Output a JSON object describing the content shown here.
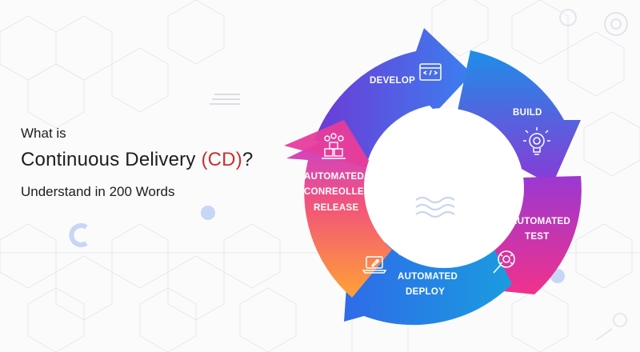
{
  "headline": {
    "line1": "What is",
    "line2_main": "Continuous Delivery ",
    "line2_acronym": "(CD)",
    "line2_end": "?",
    "line3": "Understand in 200 Words"
  },
  "colors": {
    "text": "#1d1d1f",
    "acronym": "#c9302c",
    "purple": "#8a3fd8",
    "blue": "#1f7fe6",
    "magenta": "#e6368f",
    "orange": "#ff9a3c"
  },
  "cycle": {
    "stages": [
      {
        "label_lines": [
          "DEVELOP"
        ],
        "icon": "code-window-icon"
      },
      {
        "label_lines": [
          "BUILD"
        ],
        "icon": "lightbulb-gear-icon"
      },
      {
        "label_lines": [
          "AUTOMATED",
          "TEST"
        ],
        "icon": "magnifier-bug-icon"
      },
      {
        "label_lines": [
          "AUTOMATED",
          "DEPLOY"
        ],
        "icon": "laptop-rocket-icon"
      },
      {
        "label_lines": [
          "AUTOMATED/",
          "CONREOLLED",
          "RELEASE"
        ],
        "icon": "package-network-icon"
      }
    ]
  }
}
